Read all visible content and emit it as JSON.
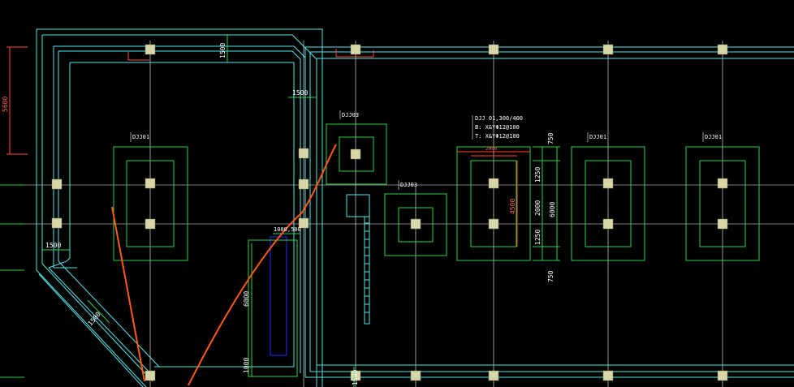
{
  "drawing": {
    "foundation_labels": {
      "dj01": "DJJ01",
      "dj03": "DJJ03"
    },
    "annotation": {
      "line1": "DJJ 01,300/400",
      "line2": "B: X&YΦ12@100",
      "line3": "T: X&YΦ12@100"
    },
    "dimensions": {
      "d5600": "5600",
      "d1500": "1500",
      "d750": "750",
      "d1250": "1250",
      "d2000": "2000",
      "d6000": "6000",
      "d4500": "4500",
      "d1000_500": "1000,500",
      "d6000b": "6000",
      "d1000": "1000",
      "d2000h": "2000"
    }
  }
}
